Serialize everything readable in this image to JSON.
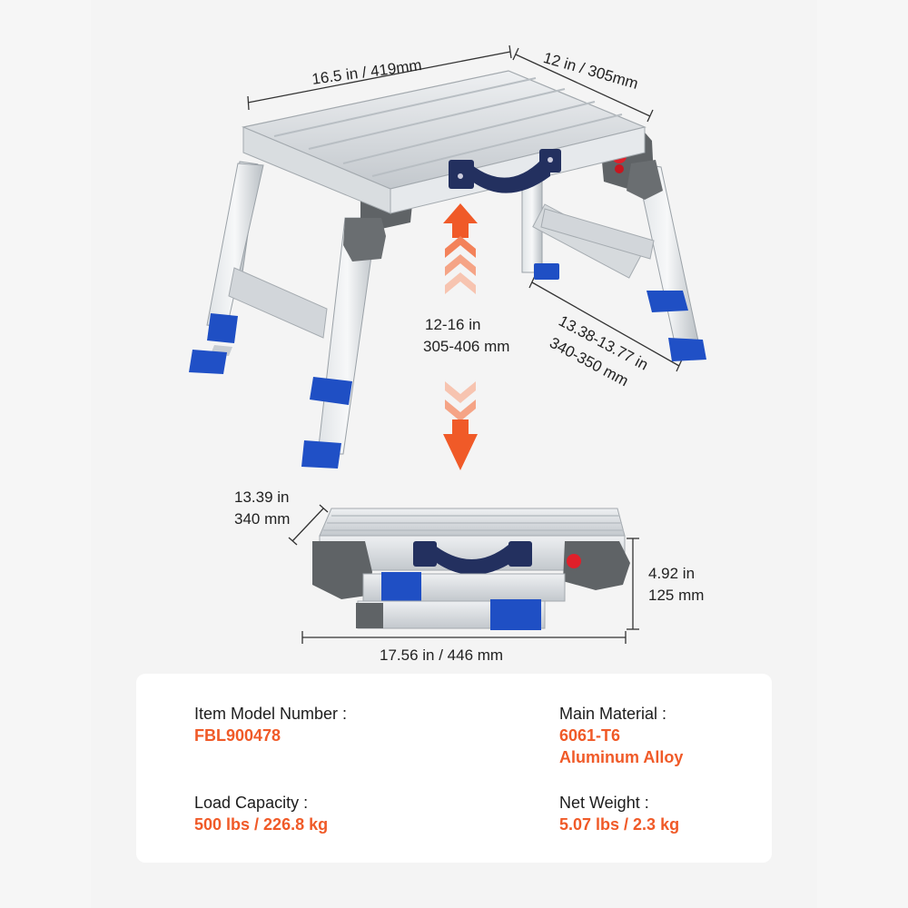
{
  "colors": {
    "accent": "#f05a28",
    "aluminum": "#c9ced3",
    "foot_blue": "#1f4fc4",
    "bracket_gray": "#5f6366",
    "strap_navy": "#23305f"
  },
  "dimensions": {
    "top_length": "16.5 in / 419mm",
    "top_width": "12 in / 305mm",
    "height_range_in": "12-16 in",
    "height_range_mm": "305-406 mm",
    "leg_span_in": "13.38-13.77 in",
    "leg_span_mm": "340-350 mm",
    "folded_depth_in": "13.39 in",
    "folded_depth_mm": "340 mm",
    "folded_height_in": "4.92 in",
    "folded_height_mm": "125 mm",
    "folded_length": "17.56 in / 446 mm"
  },
  "specs": {
    "model_label": "Item Model Number :",
    "model_value": "FBL900478",
    "material_label": "Main Material :",
    "material_value_1": "6061-T6",
    "material_value_2": "Aluminum Alloy",
    "load_label": "Load Capacity :",
    "load_value": "500 lbs / 226.8 kg",
    "weight_label": "Net Weight :",
    "weight_value": "5.07 lbs / 2.3 kg"
  }
}
